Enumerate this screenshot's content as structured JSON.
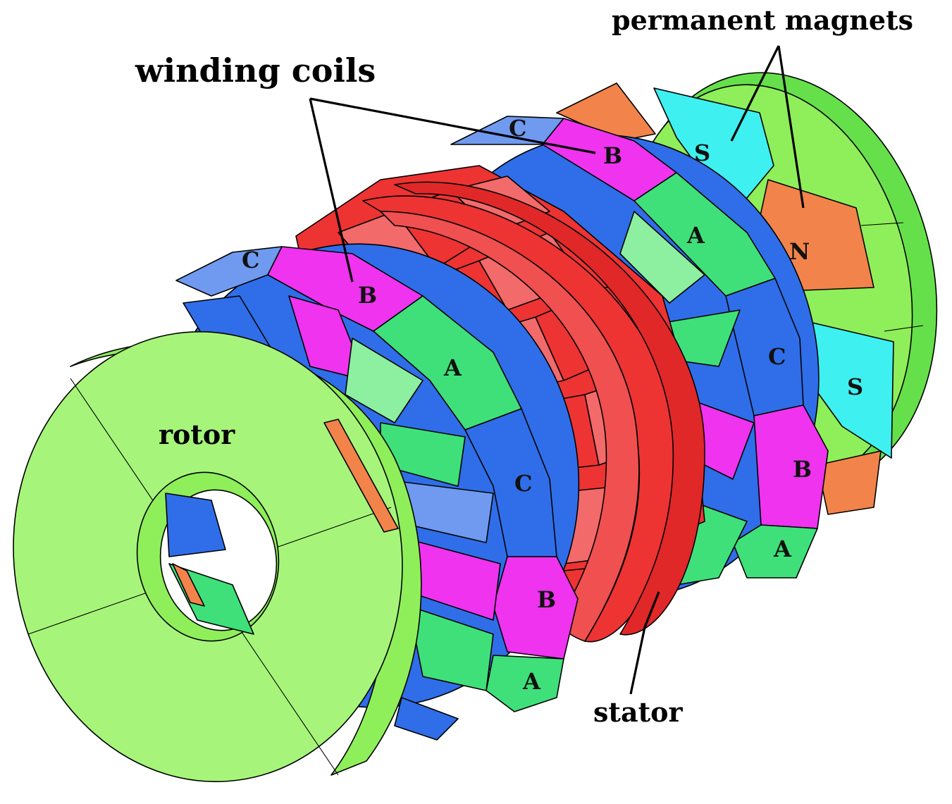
{
  "labels": {
    "winding_coils": "winding coils",
    "permanent_magnets": "permanent magnets",
    "rotor": "rotor",
    "stator": "stator"
  },
  "magnets": [
    "S",
    "N",
    "S"
  ],
  "front_coil_phases": [
    "C",
    "B",
    "A",
    "C",
    "B",
    "A"
  ],
  "back_coil_phases": [
    "C",
    "B",
    "A",
    "C",
    "B",
    "A"
  ],
  "colors": {
    "rotor_green": "#8fef5a",
    "rotor_light": "#a6f57a",
    "coil_green": "#3fe07a",
    "coil_magenta": "#ef33ef",
    "coil_blue": "#2f6ee8",
    "coil_light_blue": "#6f9af0",
    "stator_red": "#ee3333",
    "stator_light": "#f26a6a",
    "magnet_cyan": "#3ef0f0",
    "magnet_orange": "#f2834a",
    "outline": "#000000"
  }
}
